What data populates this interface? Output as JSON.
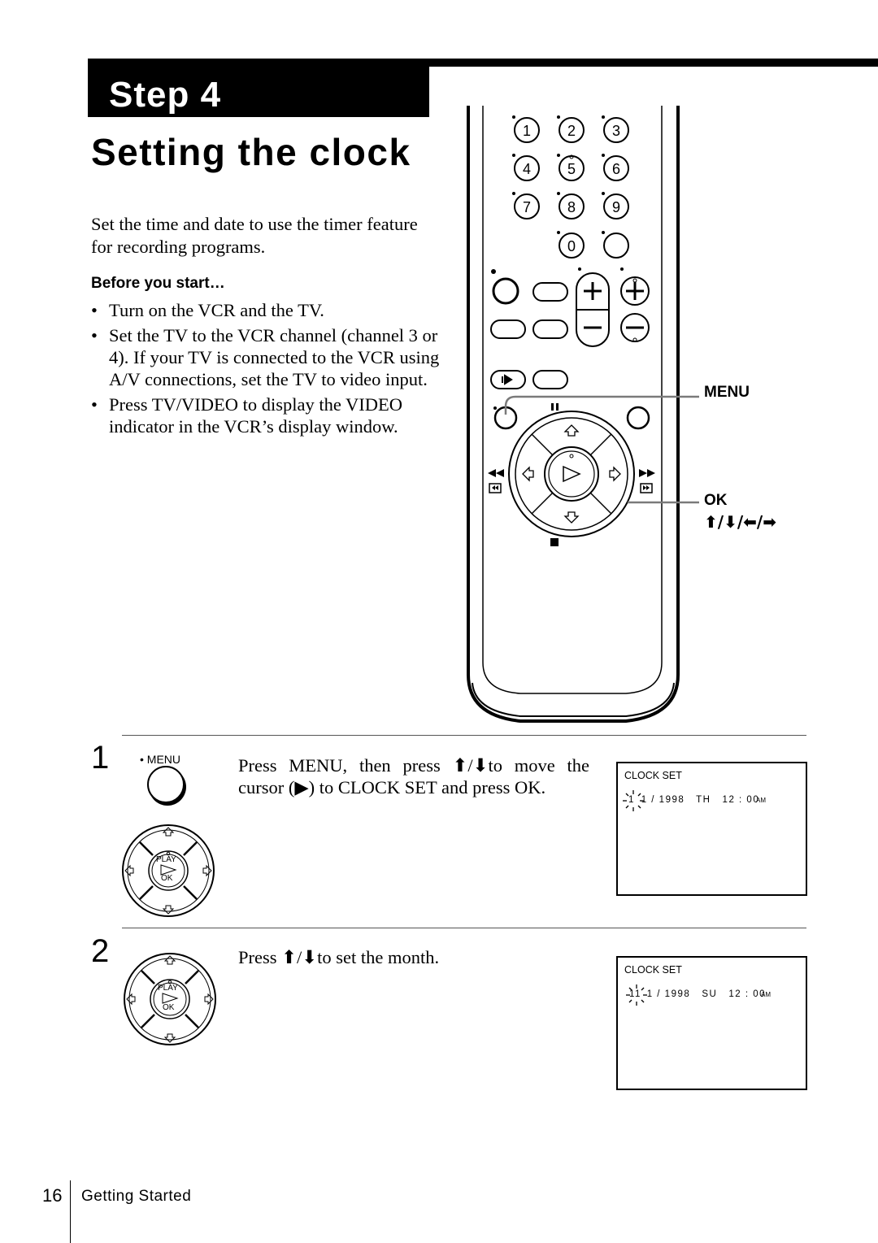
{
  "header": {
    "step_label": "Step 4",
    "title": "Setting the clock"
  },
  "intro": "Set the time and date to use the timer feature for recording programs.",
  "before_you_start": {
    "heading": "Before you start…",
    "bullet_glyph": "•",
    "items": [
      "Turn on the VCR and the TV.",
      "Set the TV to the VCR channel (channel 3 or 4).  If your TV is connected to the VCR using A/V connections, set the TV to video input.",
      "Press TV/VIDEO to display the VIDEO indicator in the VCR’s display window."
    ]
  },
  "remote": {
    "number_keys": [
      "1",
      "2",
      "3",
      "4",
      "5",
      "6",
      "7",
      "8",
      "9",
      "0"
    ],
    "callouts": {
      "menu": "MENU",
      "ok": "OK",
      "arrows": "⬆/⬇/⬅/➡"
    }
  },
  "steps": [
    {
      "number": "1",
      "button_label": "• MENU",
      "pad_labels": {
        "play": "PLAY",
        "ok": "OK"
      },
      "instruction": "Press MENU, then press ⬆/⬇to move the cursor (▶) to CLOCK SET and press OK.",
      "screen": {
        "title": "CLOCK SET",
        "month": "1",
        "rest": " 1 / 1998   TH   12 : 00",
        "ampm": "AM"
      }
    },
    {
      "number": "2",
      "pad_labels": {
        "play": "PLAY",
        "ok": "OK"
      },
      "instruction": "Press ⬆/⬇to set the month.",
      "screen": {
        "title": "CLOCK SET",
        "month": "11",
        "rest": " 1 / 1998   SU   12 : 00",
        "ampm": "AM"
      }
    }
  ],
  "footer": {
    "page_number": "16",
    "section": "Getting Started"
  }
}
